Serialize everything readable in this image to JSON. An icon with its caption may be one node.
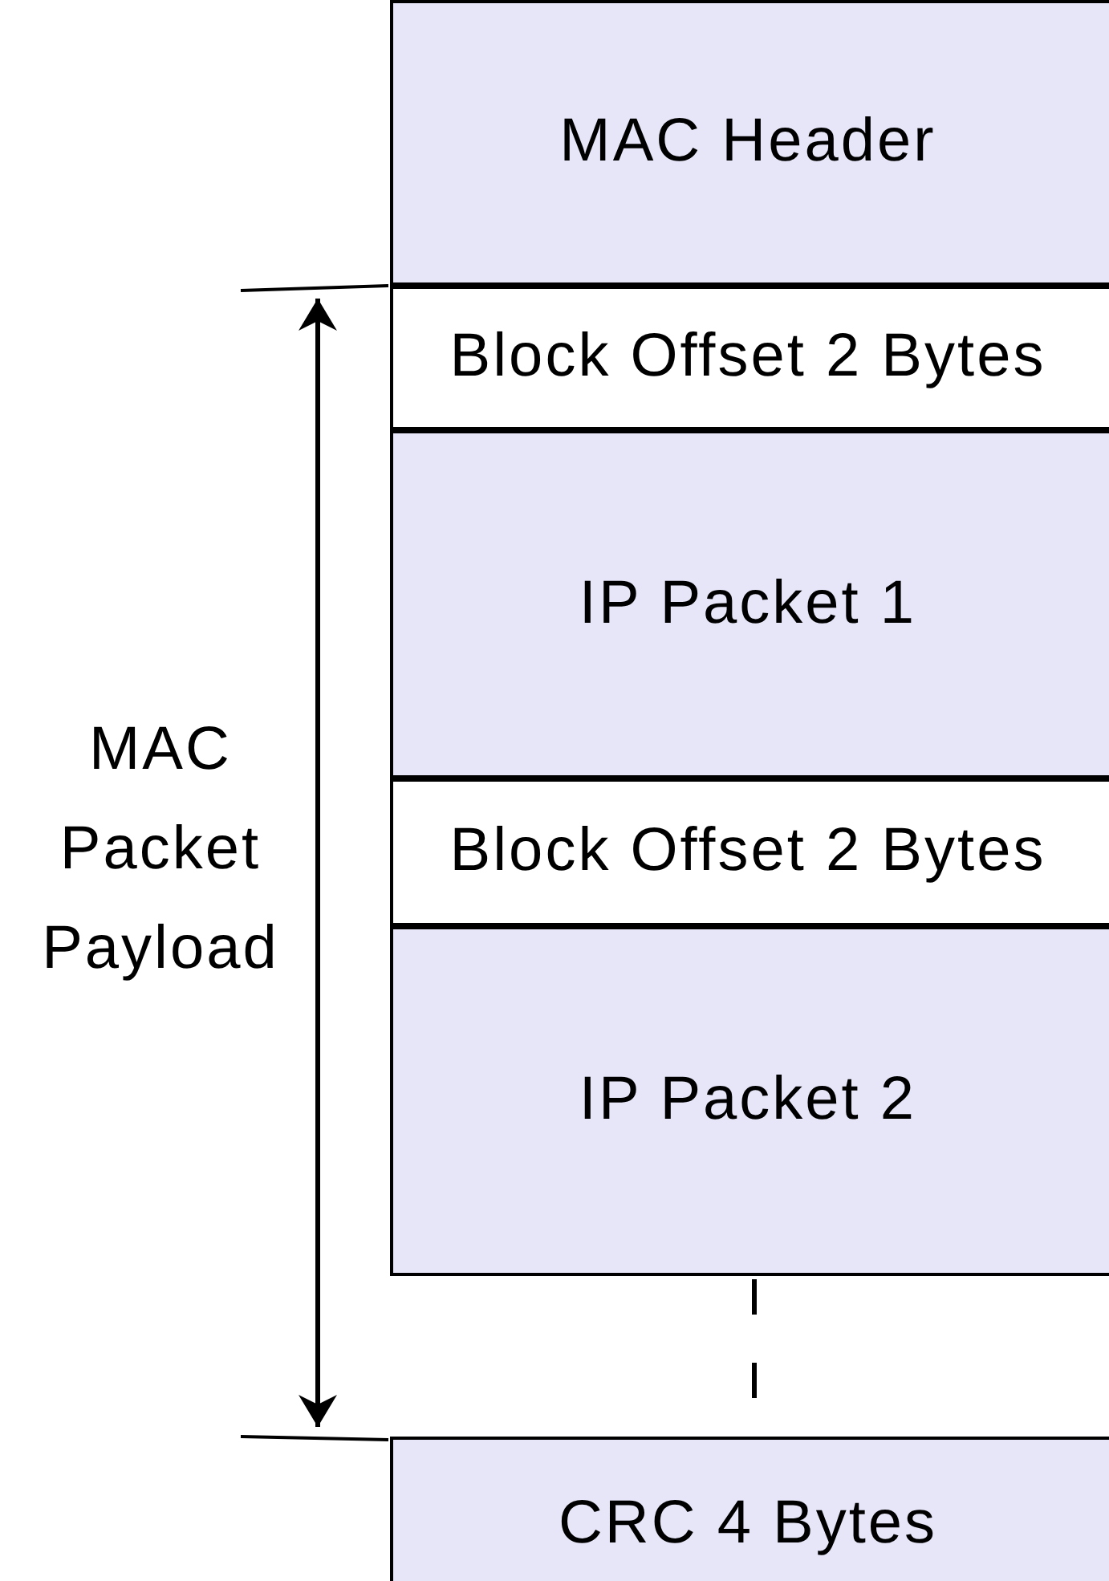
{
  "diagram": {
    "nodes": [
      {
        "text": [
          "MAC Header"
        ]
      },
      {
        "text": [
          "Block Offset 2 Bytes"
        ]
      },
      {
        "text": [
          "IP Packet 1"
        ]
      },
      {
        "text": [
          "Block Offset 2 Bytes"
        ]
      },
      {
        "text": [
          "IP Packet 2"
        ]
      },
      {
        "text": [
          "CRC 4 Bytes"
        ]
      }
    ],
    "edges": [
      {
        "from": 4,
        "to": 5,
        "arrow": "none",
        "style": "dashed"
      }
    ],
    "labels": [
      "MAC Packet Payload"
    ]
  }
}
